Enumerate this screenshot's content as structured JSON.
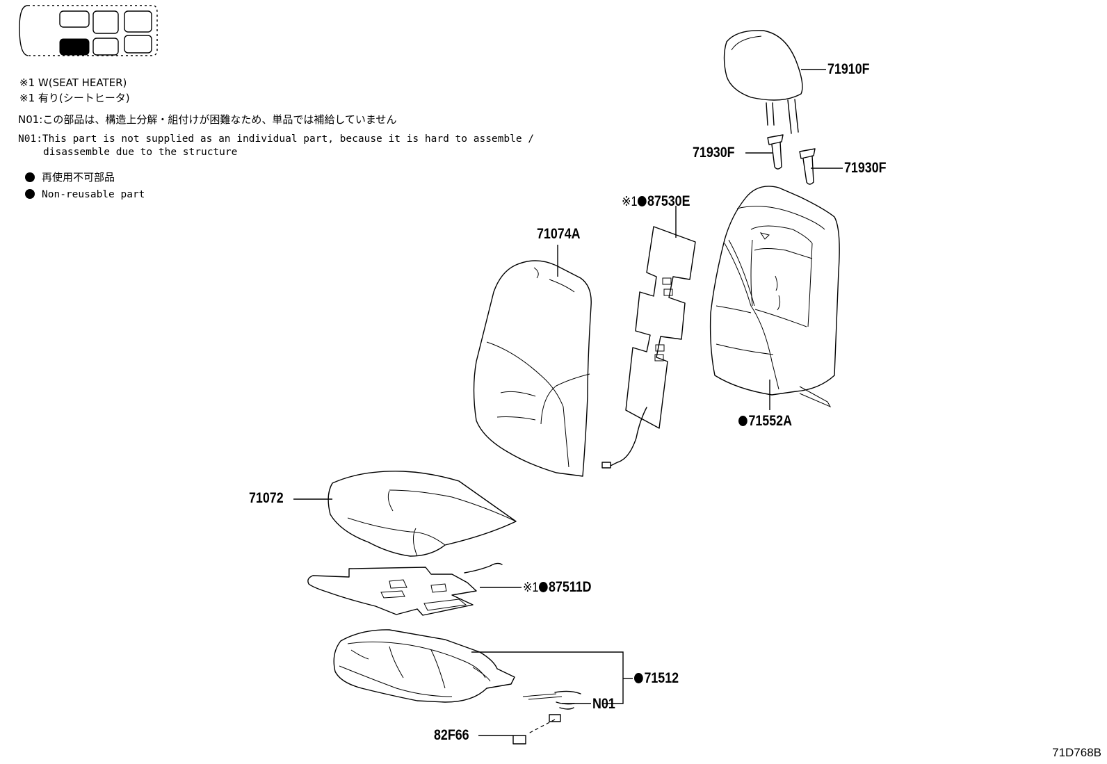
{
  "legend": {
    "heater_en": "※1 W(SEAT HEATER)",
    "heater_ja": "※1 有り(シートヒータ)",
    "n01_ja": "N01:この部品は、構造上分解・組付けが困難なため、単品では補給していません",
    "n01_en_1": "N01:This part is not supplied as an individual part, because it is hard to assemble /",
    "n01_en_2": "disassemble due to the structure",
    "nonreuse_ja": "再使用不可部品",
    "nonreuse_en": "Non-reusable part"
  },
  "parts": {
    "headrest": "71910F",
    "guide_left": "71930F",
    "guide_right": "71930F",
    "heater_back_mark": "※1",
    "heater_back": "87530E",
    "back_pad": "71074A",
    "back_cover": "71552A",
    "cushion_pad": "71072",
    "heater_cushion_mark": "※1",
    "heater_cushion": "87511D",
    "cushion_cover": "71512",
    "note_ref": "N01",
    "connector": "82F66"
  },
  "figure_id": "71D768B"
}
